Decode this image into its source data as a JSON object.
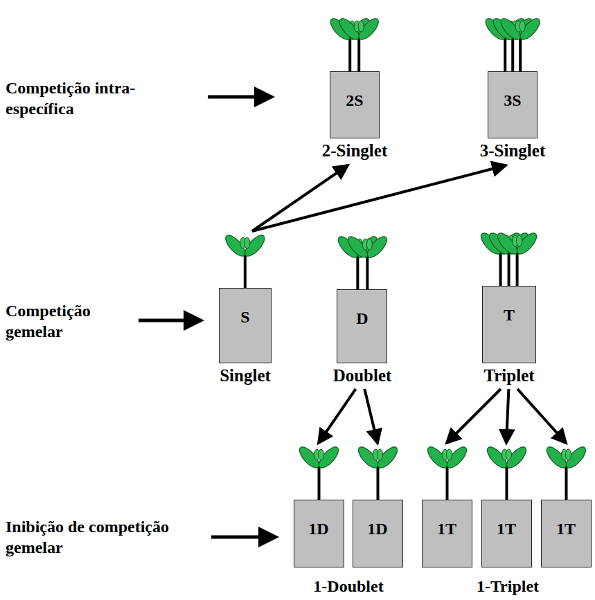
{
  "diagram": {
    "nodes": [
      {
        "text": [
          "2S",
          "2-Singlet"
        ]
      },
      {
        "text": [
          "3S",
          "3-Singlet"
        ]
      },
      {
        "text": [
          "S",
          "Singlet"
        ]
      },
      {
        "text": [
          "D",
          "Doublet"
        ]
      },
      {
        "text": [
          "T",
          "Triplet"
        ]
      },
      {
        "text": [
          "1D"
        ]
      },
      {
        "text": [
          "1D"
        ]
      },
      {
        "text": [
          "1T"
        ]
      },
      {
        "text": [
          "1T"
        ]
      },
      {
        "text": [
          "1T"
        ]
      }
    ],
    "edges": [
      {
        "from": 2,
        "to": 0,
        "arrow": "to"
      },
      {
        "from": 2,
        "to": 1,
        "arrow": "to"
      },
      {
        "from": 3,
        "to": 5,
        "arrow": "to"
      },
      {
        "from": 3,
        "to": 6,
        "arrow": "to"
      },
      {
        "from": 4,
        "to": 7,
        "arrow": "to"
      },
      {
        "from": 4,
        "to": 8,
        "arrow": "to"
      },
      {
        "from": 4,
        "to": 9,
        "arrow": "to"
      }
    ],
    "labels": [
      "Competição intra-específica",
      "Competição gemelar",
      "Inibição de competição gemelar",
      "1-Doublet",
      "1-Triplet"
    ]
  }
}
